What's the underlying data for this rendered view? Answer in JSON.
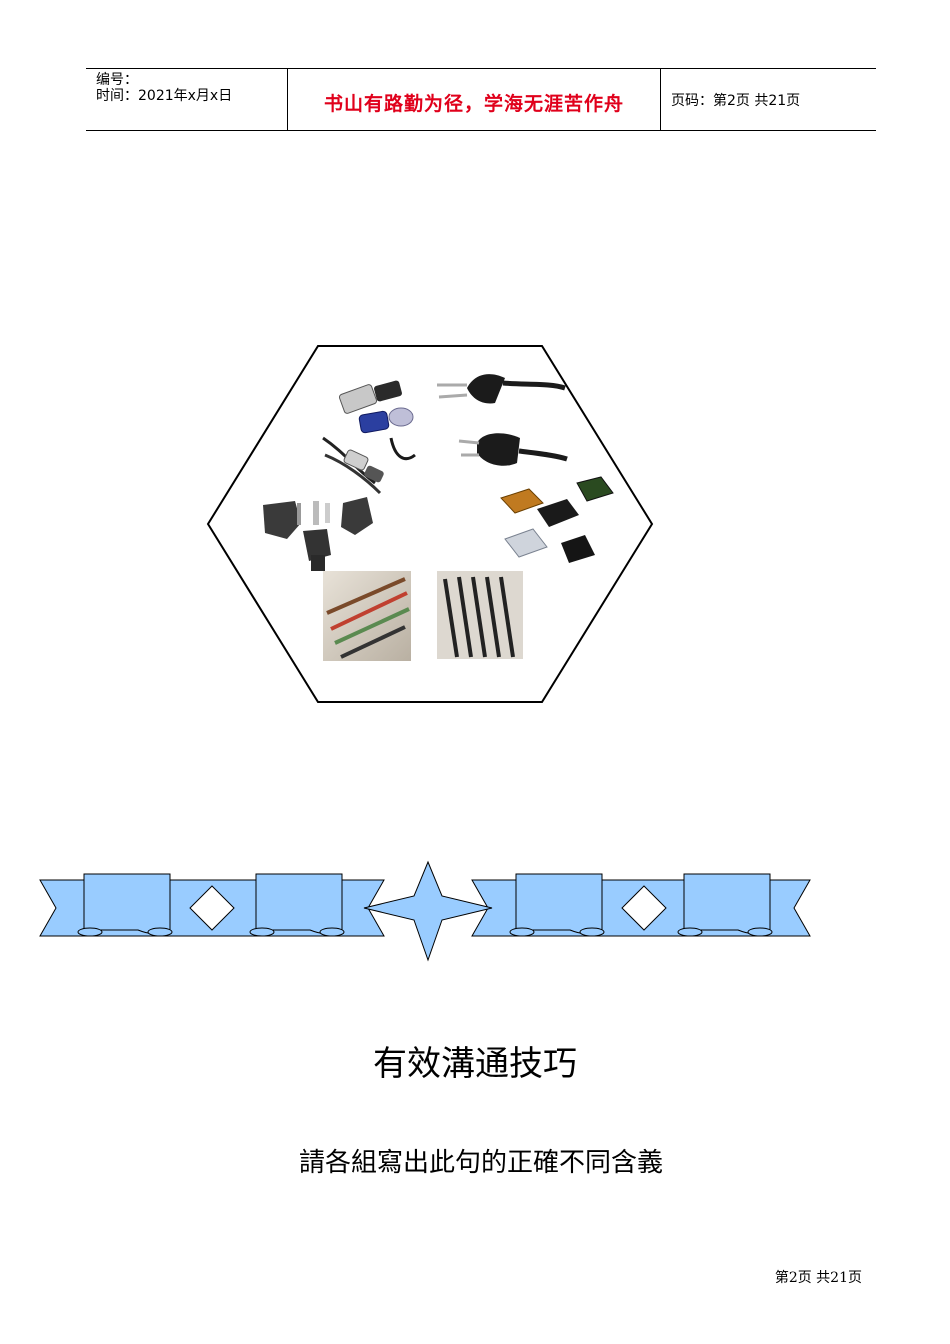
{
  "header": {
    "number_label": "编号：",
    "date_label": "时间：2021年x月x日",
    "motto": "书山有路勤为径，学海无涯苦作舟",
    "page_label": "页码：第2页 共21页"
  },
  "title": "有效溝通技巧",
  "subtitle": "請各組寫出此句的正確不同含義",
  "footer": "第2页 共21页",
  "colors": {
    "motto": "#e0001b",
    "ribbon_fill": "#99ccff",
    "outline": "#000000"
  },
  "images": {
    "hexagon_photos": [
      "connector-cables",
      "power-plugs",
      "plastic-connectors",
      "heat-sinks",
      "wire-harness-1",
      "wire-harness-2"
    ]
  }
}
